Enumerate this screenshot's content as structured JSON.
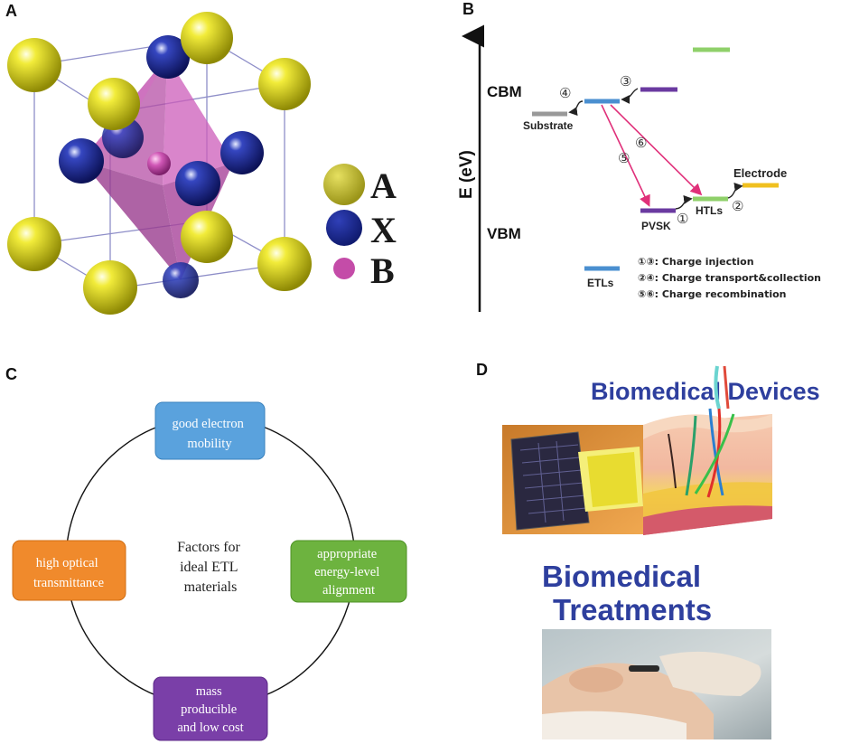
{
  "panels": {
    "a": {
      "letter": "A",
      "legend": [
        {
          "label": "A",
          "color": "#d7cf2a"
        },
        {
          "label": "X",
          "color": "#1f2b8c"
        },
        {
          "label": "B",
          "color": "#c14ba7"
        }
      ]
    },
    "b": {
      "letter": "B",
      "y_axis_label": "E (eV)",
      "cbm": "CBM",
      "vbm": "VBM",
      "substrate": "Substrate",
      "electrode": "Electrode",
      "pvsk": "PVSK",
      "htls": "HTLs",
      "etls": "ETLs",
      "steps": {
        "s1": "①",
        "s2": "②",
        "s3": "③",
        "s4": "④",
        "s5": "⑤",
        "s6": "⑥"
      },
      "notes": [
        "①③: Charge injection",
        "②④: Charge transport&collection",
        "⑤⑥: Charge recombination"
      ],
      "colors": {
        "etl": "#4a8fd0",
        "pvsk": "#6a3aa0",
        "htl": "#8fd06a",
        "electrode": "#f0c020",
        "substrate": "#999999",
        "arrow": "#e0307a"
      }
    },
    "c": {
      "letter": "C",
      "center": [
        "Factors for",
        "ideal ETL",
        "materials"
      ],
      "boxes": {
        "top": {
          "lines": [
            "good electron",
            "mobility"
          ],
          "color": "#5aa2dd"
        },
        "right": {
          "lines": [
            "appropriate",
            "energy-level",
            "alignment"
          ],
          "color": "#6db33f"
        },
        "bottom": {
          "lines": [
            "mass",
            "producible",
            "and low cost"
          ],
          "color": "#7a3fa8"
        },
        "left": {
          "lines": [
            "high optical",
            "transmittance"
          ],
          "color": "#f08a2c"
        }
      }
    },
    "d": {
      "letter": "D",
      "devices_title": "Biomedical Devices",
      "treatments_line1": "Biomedical",
      "treatments_line2": "Treatments",
      "title_color": "#2e3f9e"
    }
  }
}
